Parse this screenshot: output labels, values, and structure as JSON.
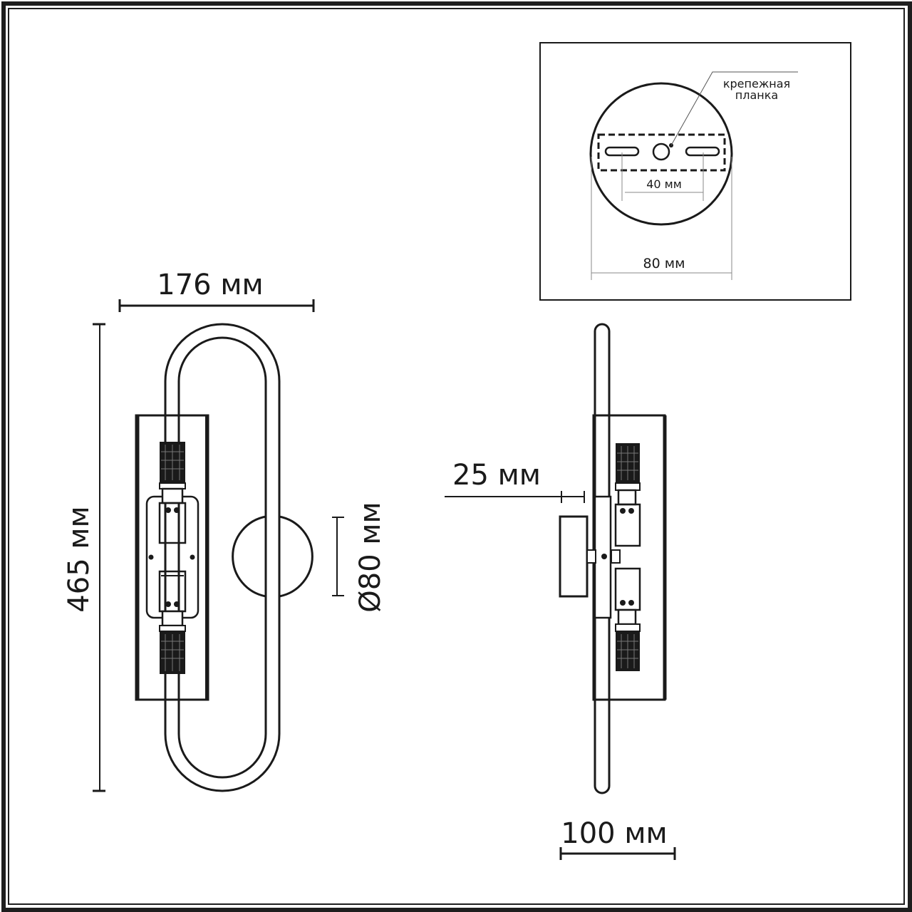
{
  "drawing": {
    "type": "technical dimension drawing",
    "subject": "wall lamp",
    "front_view": {
      "width_label": "176 мм",
      "height_label": "465 мм",
      "base_diameter_label": "Ø80 мм"
    },
    "side_view": {
      "depth_label": "100 мм",
      "wall_offset_label": "25 мм"
    },
    "mounting_inset": {
      "callout_line1": "крепежная",
      "callout_line2": "планка",
      "hole_spacing_label": "40 мм",
      "base_diameter_label": "80 мм"
    }
  },
  "colors": {
    "line": "#1a1a1a",
    "thin_line": "#555555",
    "background": "#ffffff"
  }
}
